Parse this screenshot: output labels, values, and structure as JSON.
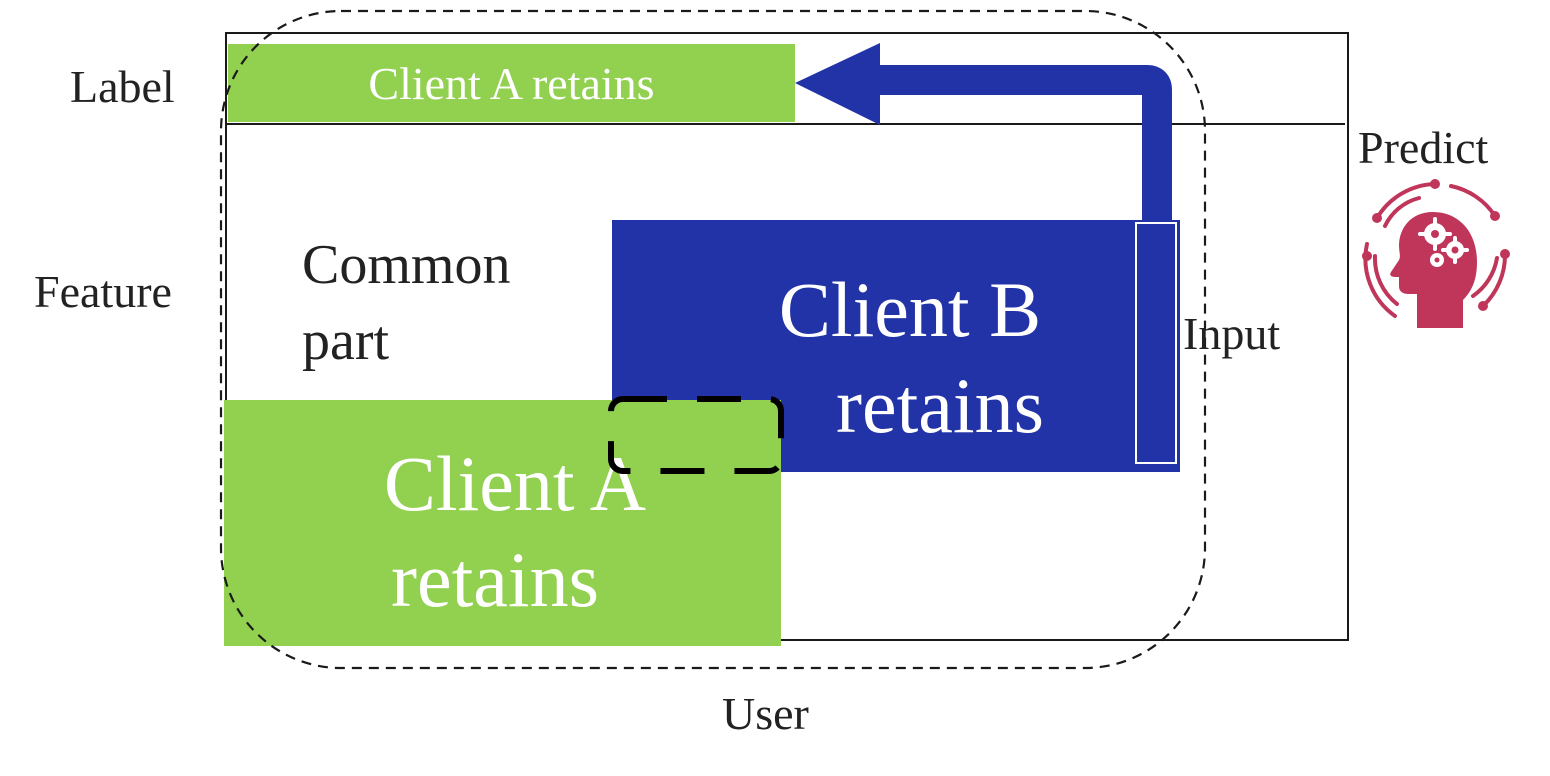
{
  "axis_labels": {
    "label_row": "Label",
    "feature_row": "Feature",
    "user_axis": "User"
  },
  "blocks": {
    "label_block": "Client A retains",
    "common_part": [
      "Common",
      "part"
    ],
    "client_b": [
      "Client B",
      "retains"
    ],
    "client_a": [
      "Client A",
      "retains"
    ]
  },
  "annotations": {
    "input": "Input",
    "predict": "Predict"
  },
  "icons": {
    "predict_icon": "brain-gears-icon"
  },
  "colors": {
    "client_a": "#92d050",
    "client_b": "#2133a6",
    "predict_icon": "#c0365a"
  }
}
